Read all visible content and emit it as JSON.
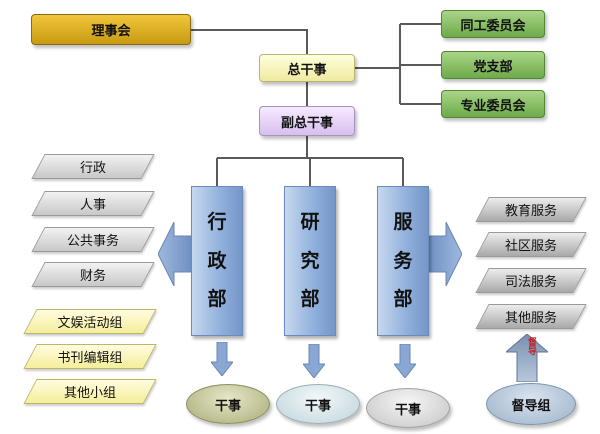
{
  "board": "理事会",
  "secretary_general": "总干事",
  "deputy_secretary_general": "副总干事",
  "committees": [
    "同工委员会",
    "党支部",
    "专业委员会"
  ],
  "departments": [
    [
      "行",
      "政",
      "部"
    ],
    [
      "研",
      "究",
      "部"
    ],
    [
      "服",
      "务",
      "部"
    ]
  ],
  "admin_units": [
    "行政",
    "人事",
    "公共事务",
    "财务"
  ],
  "research_units": [
    "文娱活动组",
    "书刊编辑组",
    "其他小组"
  ],
  "service_units": [
    "教育服务",
    "社区服务",
    "司法服务",
    "其他服务"
  ],
  "staff": [
    "干事",
    "干事",
    "干事"
  ],
  "supervision_group": "督导组",
  "supervision_arrow_label": "督导",
  "colors": {
    "board": "#d9aa1f",
    "committees": "#86bf5e",
    "departments": "#8eaedb",
    "arrows": "#8aa6d2"
  }
}
